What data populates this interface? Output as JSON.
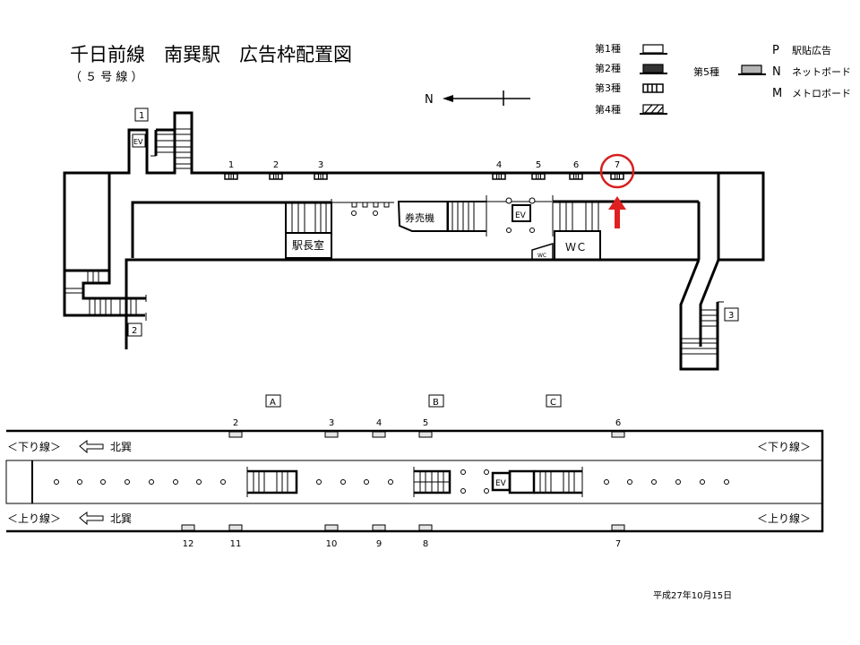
{
  "header": {
    "title": "千日前線　南巽駅　広告枠配置図",
    "subtitle": "（ ５ 号 線 ）"
  },
  "compass": {
    "label": "N"
  },
  "legend": {
    "types": [
      {
        "label": "第1種",
        "style": "white"
      },
      {
        "label": "第2種",
        "style": "dark"
      },
      {
        "label": "第3種",
        "style": "striped"
      },
      {
        "label": "第4種",
        "style": "hatched"
      }
    ],
    "type5": {
      "label": "第5種",
      "style": "gray"
    },
    "codes": [
      {
        "code": "P",
        "label": "駅貼広告"
      },
      {
        "code": "N",
        "label": "ネットボード"
      },
      {
        "code": "M",
        "label": "メトロボード"
      }
    ]
  },
  "concourse": {
    "exits": [
      "1",
      "2",
      "3"
    ],
    "rooms": {
      "ev": "EV",
      "station_master": "駅長室",
      "ticket_machines": "券売機",
      "wc": "ＷＣ",
      "wc_small": "WC"
    },
    "ad_slots": [
      {
        "number": "1"
      },
      {
        "number": "2"
      },
      {
        "number": "3"
      },
      {
        "number": "4"
      },
      {
        "number": "5"
      },
      {
        "number": "6"
      },
      {
        "number": "7",
        "highlighted": true
      }
    ],
    "highlight_color": "#e02020"
  },
  "platform": {
    "sections": [
      "A",
      "B",
      "C"
    ],
    "down_line_label": "＜下り線＞",
    "up_line_label": "＜上り線＞",
    "direction_label": "北巽",
    "ev": "EV",
    "top_slots": [
      "2",
      "3",
      "4",
      "5",
      "6"
    ],
    "bottom_slots": [
      "12",
      "11",
      "10",
      "9",
      "8",
      "7"
    ]
  },
  "footer": {
    "date": "平成27年10月15日"
  }
}
